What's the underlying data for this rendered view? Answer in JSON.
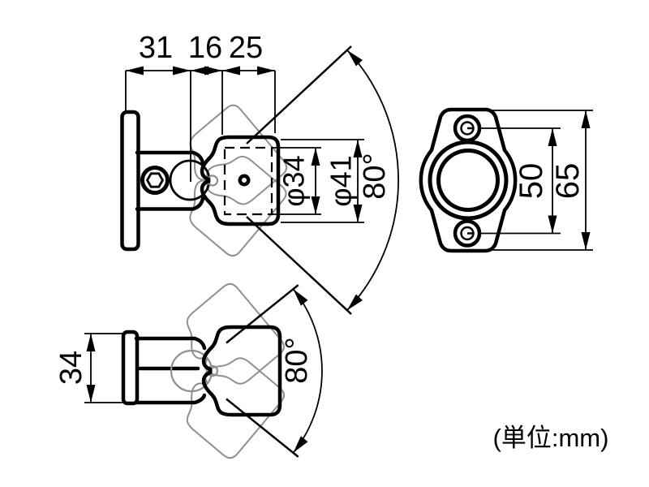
{
  "title": "swivel-bracket-dimension-drawing",
  "unit_note": "(単位:mm)",
  "colors": {
    "line": "#000000",
    "phantom": "#8f8f8f",
    "background": "#ffffff"
  },
  "side_view": {
    "dim_31": "31",
    "dim_16": "16",
    "dim_25": "25",
    "dim_phi34": "φ34",
    "dim_phi41": "φ41",
    "dim_angle": "80°"
  },
  "front_view": {
    "dim_50": "50",
    "dim_65": "65"
  },
  "top_view": {
    "dim_34": "34",
    "dim_angle": "80°"
  }
}
